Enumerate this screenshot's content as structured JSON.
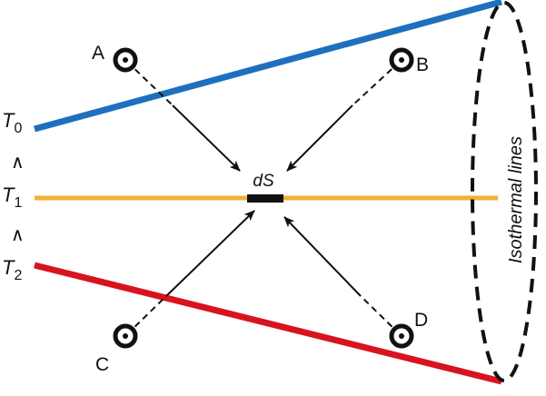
{
  "lines": {
    "t0": {
      "symbol": "T",
      "subscript": "0",
      "color": "#1f6fbf"
    },
    "t1": {
      "symbol": "T",
      "subscript": "1",
      "color": "#f2b134"
    },
    "t2": {
      "symbol": "T",
      "subscript": "2",
      "color": "#d7141e"
    }
  },
  "relations": {
    "first": "∧",
    "second": "∧"
  },
  "element": {
    "label": "dS"
  },
  "points": {
    "a": "A",
    "b": "B",
    "c": "C",
    "d": "D"
  },
  "envelope": {
    "label": "Isothermal lines"
  }
}
